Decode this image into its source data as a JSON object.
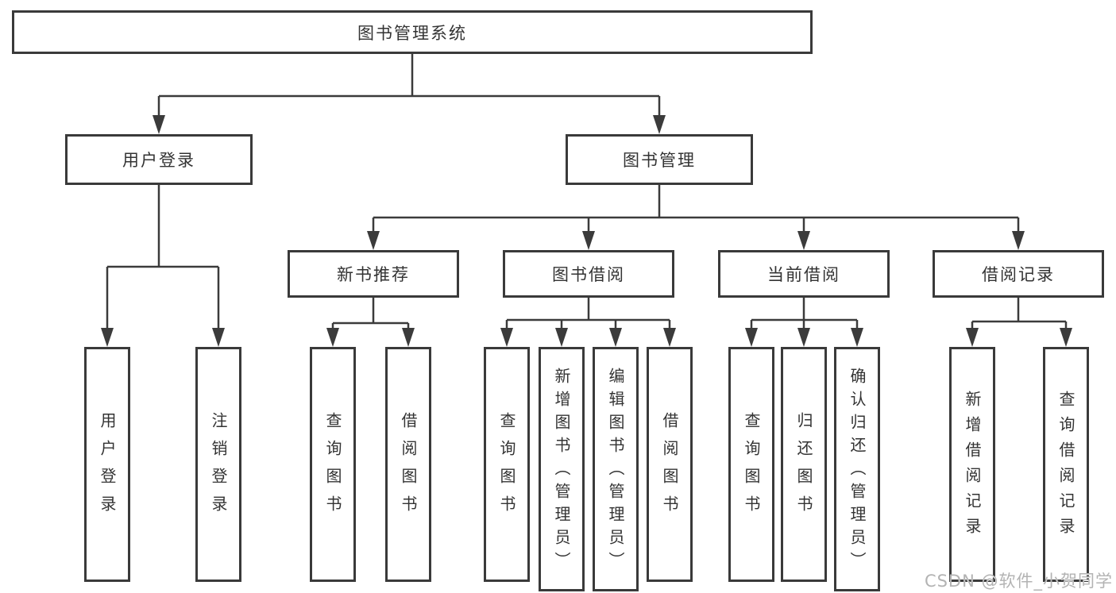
{
  "diagram": {
    "root": {
      "label": "图书管理系统"
    },
    "level2": [
      {
        "label": "用户登录"
      },
      {
        "label": "图书管理"
      }
    ],
    "level3": [
      {
        "label": "新书推荐"
      },
      {
        "label": "图书借阅"
      },
      {
        "label": "当前借阅"
      },
      {
        "label": "借阅记录"
      }
    ],
    "leaves": {
      "user_login": [
        "用户登录",
        "注销登录"
      ],
      "new_books": [
        "查询图书",
        "借阅图书"
      ],
      "book_borrow": [
        "查询图书",
        "新增图书（管理员）",
        "编辑图书（管理员）",
        "借阅图书"
      ],
      "current_borrow": [
        "查询图书",
        "归还图书",
        "确认归还（管理员）"
      ],
      "borrow_records": [
        "新增借阅记录",
        "查询借阅记录"
      ]
    }
  },
  "watermark": {
    "text": "CSDN @软件_小贺同学"
  },
  "colors": {
    "line": "#3b3b3b",
    "text": "#333333",
    "box_fill": "#ffffff",
    "watermark": "#b3b3b3",
    "background": "#ffffff"
  }
}
